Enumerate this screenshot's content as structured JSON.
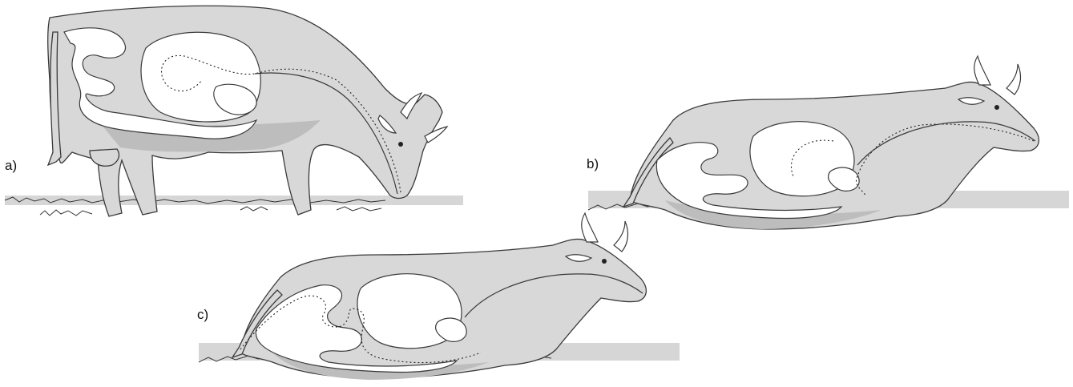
{
  "figure": {
    "panels": [
      {
        "id": "a",
        "label": "a)",
        "pose": "standing-grazing"
      },
      {
        "id": "b",
        "label": "b)",
        "pose": "lying-head-raised"
      },
      {
        "id": "c",
        "label": "c)",
        "pose": "lying-resting"
      }
    ],
    "colors": {
      "body": "#d8d8d8",
      "shadow": "#bdbdbd",
      "organs": "#ffffff",
      "outline": "#3a3a3a"
    }
  }
}
